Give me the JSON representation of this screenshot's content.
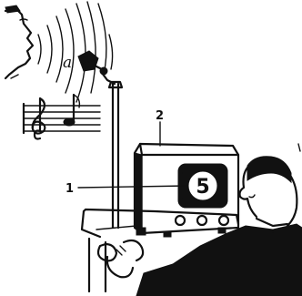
{
  "labels": {
    "screen_callout": "1",
    "box_callout": "2"
  },
  "speech": {
    "vowel": "a"
  },
  "display": {
    "digit": "5"
  }
}
